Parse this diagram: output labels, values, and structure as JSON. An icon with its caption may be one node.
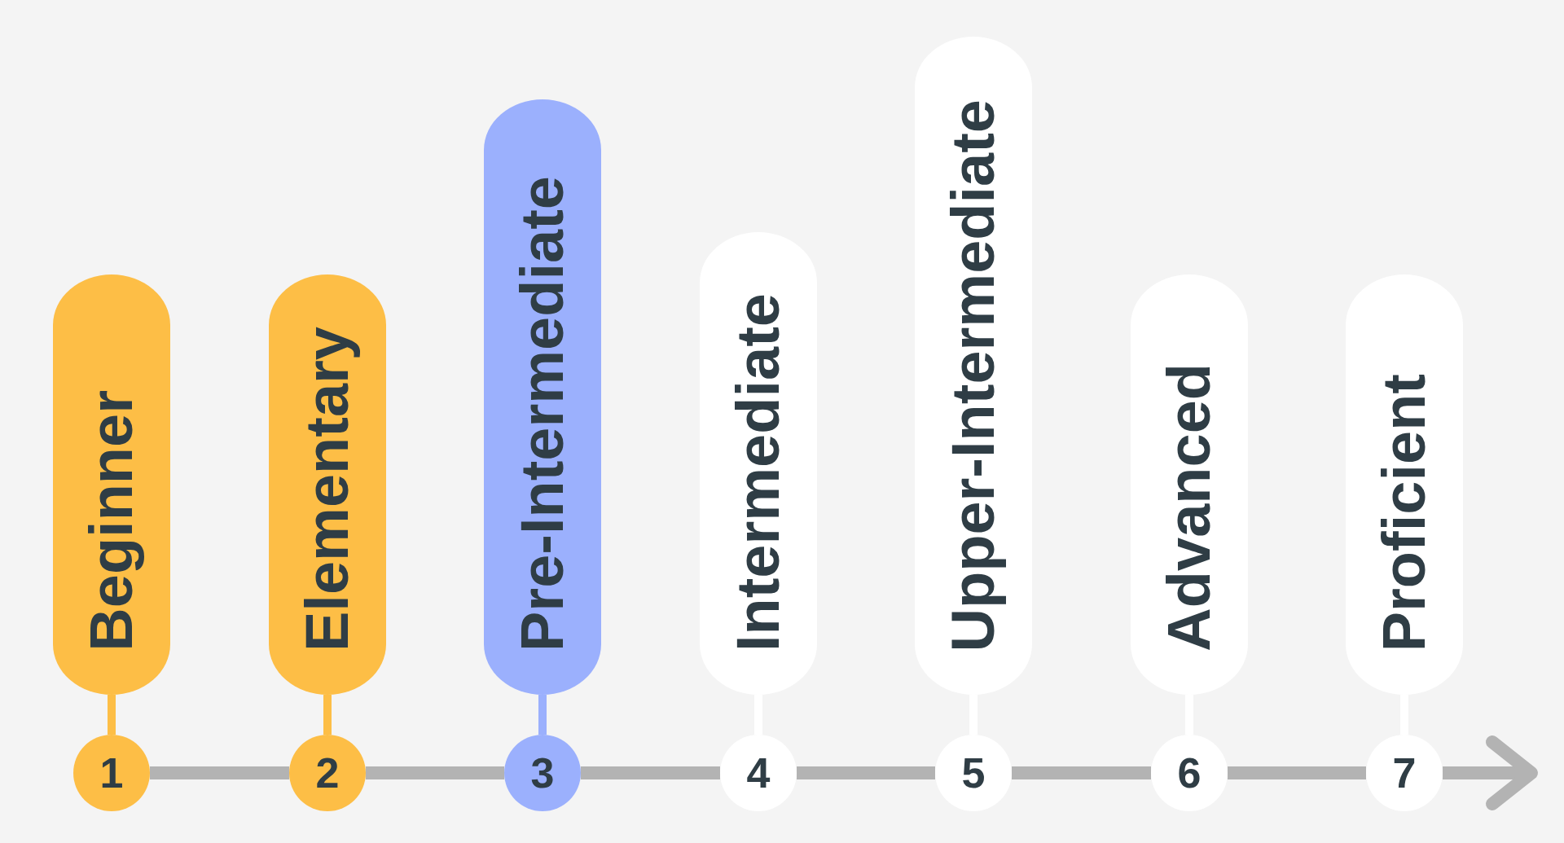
{
  "diagram": {
    "nodes": [
      {
        "text": [
          "Beginner"
        ]
      },
      {
        "text": [
          "Elementary"
        ]
      },
      {
        "text": [
          "Pre-Intermediate"
        ]
      },
      {
        "text": [
          "Intermediate"
        ]
      },
      {
        "text": [
          "Upper-Intermediate"
        ]
      },
      {
        "text": [
          "Advanced"
        ]
      },
      {
        "text": [
          "Proficient"
        ]
      },
      {
        "text": [
          "1"
        ]
      },
      {
        "text": [
          "2"
        ]
      },
      {
        "text": [
          "3"
        ]
      },
      {
        "text": [
          "4"
        ]
      },
      {
        "text": [
          "5"
        ]
      },
      {
        "text": [
          "6"
        ]
      },
      {
        "text": [
          "7"
        ]
      }
    ],
    "edges": [
      {
        "from": 0,
        "to": 7,
        "arrow": "none",
        "color": "#fdbe46"
      },
      {
        "from": 1,
        "to": 8,
        "arrow": "none",
        "color": "#fdbe46"
      },
      {
        "from": 2,
        "to": 9,
        "arrow": "none",
        "color": "#9bb0fd"
      },
      {
        "from": 3,
        "to": 10,
        "arrow": "none",
        "color": "#ffffff"
      },
      {
        "from": 4,
        "to": 11,
        "arrow": "none",
        "color": "#ffffff"
      },
      {
        "from": 5,
        "to": 12,
        "arrow": "none",
        "color": "#ffffff"
      },
      {
        "from": 6,
        "to": 13,
        "arrow": "none",
        "color": "#ffffff"
      },
      {
        "from": 7,
        "to": 8,
        "arrow": "none"
      },
      {
        "from": 8,
        "to": 9,
        "arrow": "none"
      },
      {
        "from": 9,
        "to": 10,
        "arrow": "none"
      },
      {
        "from": 10,
        "to": 11,
        "arrow": "none"
      },
      {
        "from": 11,
        "to": 12,
        "arrow": "none"
      },
      {
        "from": 12,
        "to": 13,
        "arrow": "none"
      },
      {
        "from": 13,
        "to": null,
        "arrow": "to"
      }
    ]
  }
}
